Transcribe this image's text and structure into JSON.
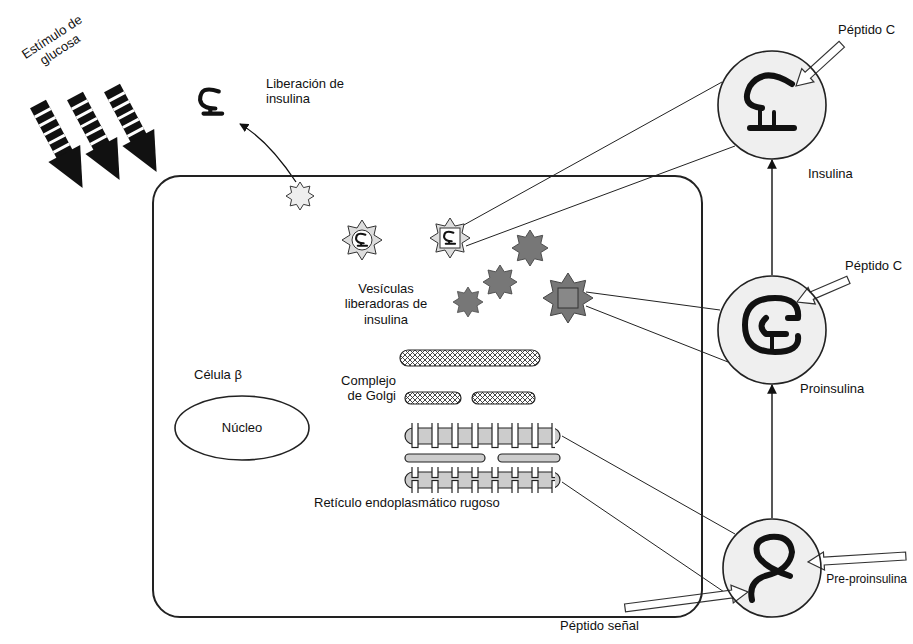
{
  "diagram": {
    "nodes": [
      {
        "text": [
          "Célula β",
          "Vesículas liberadoras de insulina",
          "Complejo de Golgi",
          "Retículo endoplasmático rugoso"
        ]
      },
      {
        "text": [
          "Núcleo"
        ],
        "in": 0
      },
      {
        "text": [
          "Insulina"
        ]
      },
      {
        "text": [
          "Proinsulina"
        ]
      },
      {
        "text": [
          "Pre-proinsulina"
        ]
      }
    ],
    "edges": [
      {
        "from": 4,
        "to": 3,
        "arrow": "to"
      },
      {
        "from": 3,
        "to": 2,
        "arrow": "to"
      }
    ],
    "labels": [
      "Estímulo de glucosa",
      "Liberación de insulina",
      "Péptido C",
      "Péptido C",
      "Péptido señal"
    ]
  }
}
